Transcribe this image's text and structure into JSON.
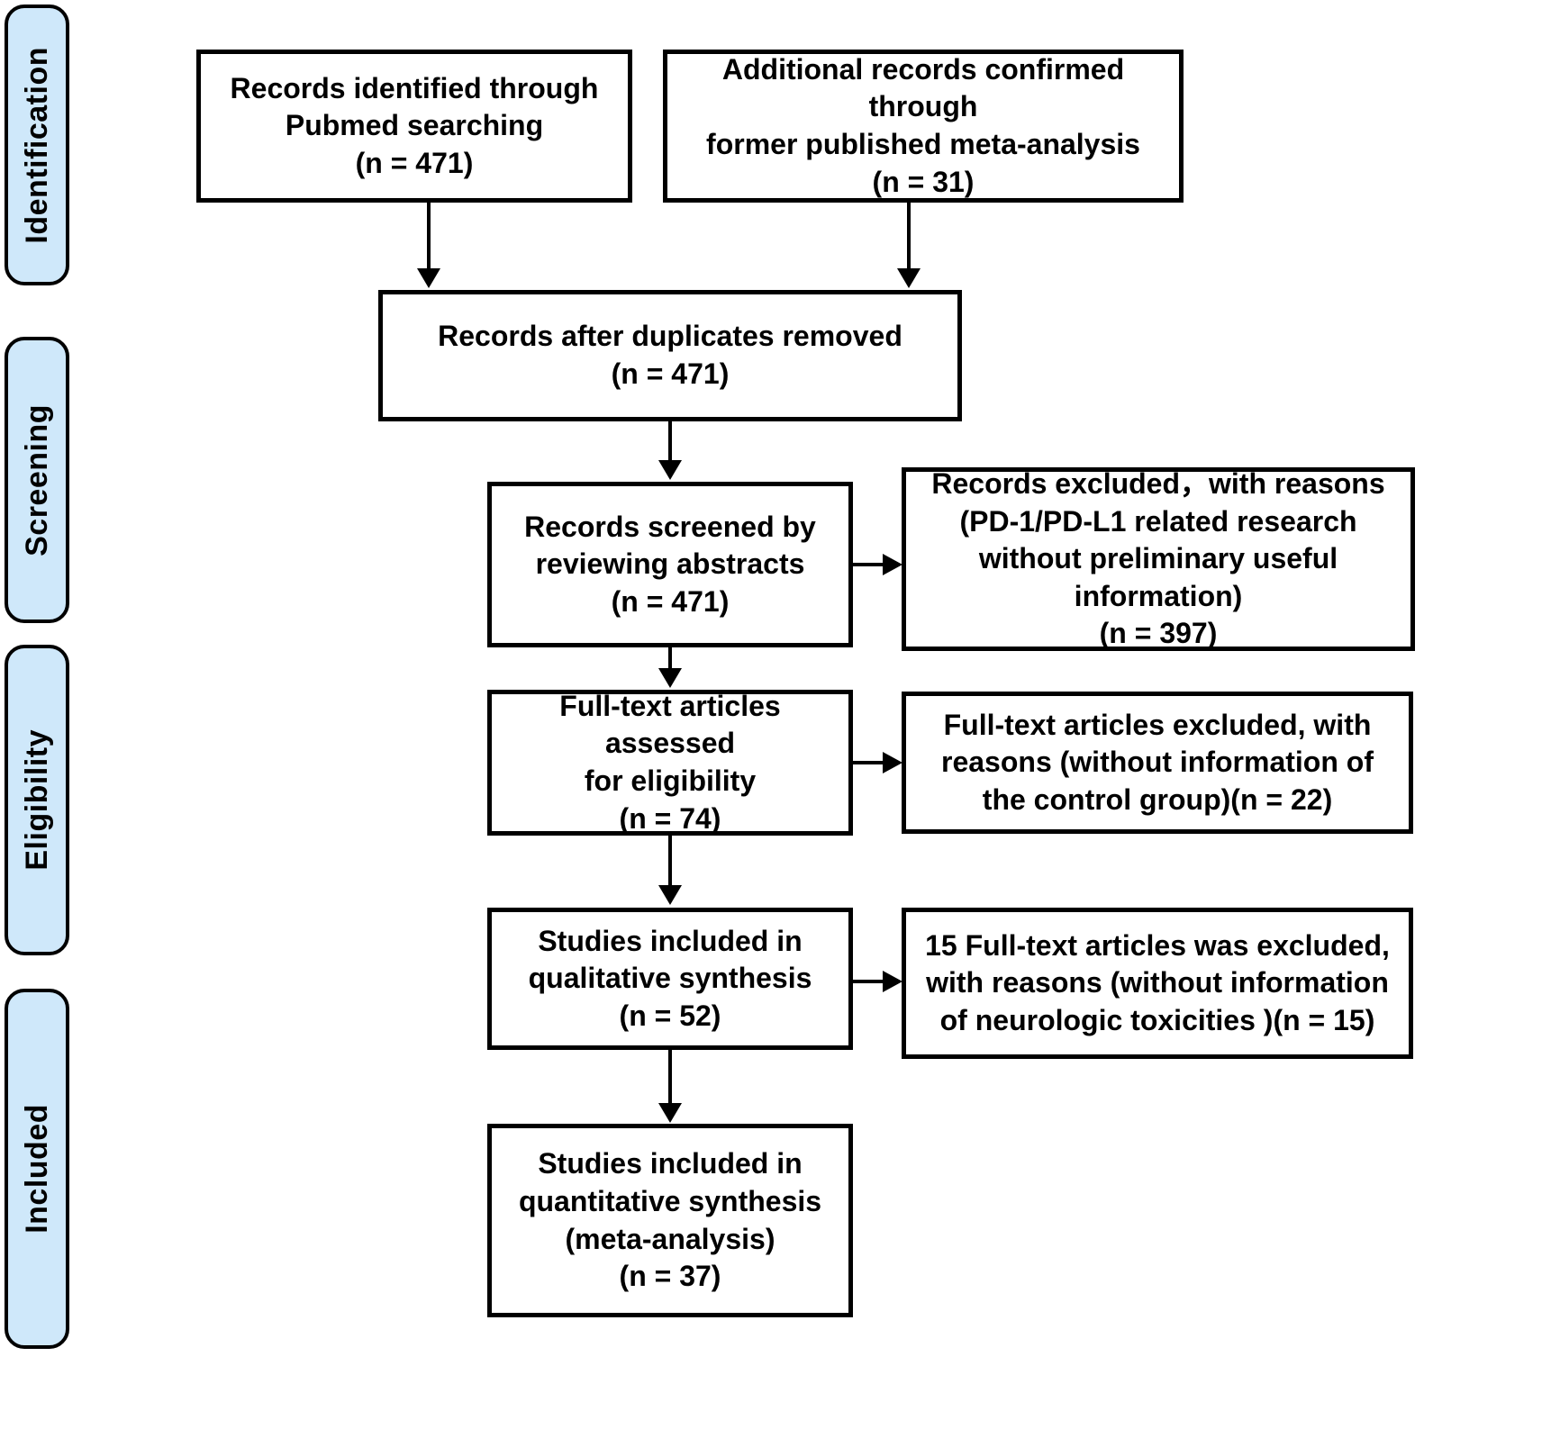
{
  "diagram": {
    "title": "PRISMA study selection flow diagram",
    "accent_color": "#cfe8fa",
    "line_color": "#000000",
    "box_fill": "#ffffff"
  },
  "stages": [
    {
      "id": "identification",
      "label": "Identification"
    },
    {
      "id": "screening",
      "label": "Screening"
    },
    {
      "id": "eligibility",
      "label": "Eligibility"
    },
    {
      "id": "included",
      "label": "Included"
    }
  ],
  "boxes": {
    "records_identified": {
      "label": "Records identified through\nPubmed searching\n(n = 471)",
      "count": 471
    },
    "additional_records": {
      "label": "Additional records confirmed  through\nformer published meta-analysis\n(n = 31)",
      "count": 31
    },
    "after_duplicates": {
      "label": "Records after duplicates removed\n(n = 471)",
      "count": 471
    },
    "records_screened": {
      "label": "Records screened by\nreviewing abstracts\n(n = 471)",
      "count": 471
    },
    "records_excluded": {
      "label": "Records excluded，with reasons (PD-1/PD-L1 related research without preliminary useful information)\n(n = 397)",
      "count": 397
    },
    "fulltext_assessed": {
      "label": "Full-text articles assessed\nfor eligibility\n(n = 74)",
      "count": 74
    },
    "fulltext_excluded": {
      "label": "Full-text articles excluded, with reasons (without  information of the control group)(n = 22)",
      "count": 22
    },
    "qualitative": {
      "label": "Studies included in\nqualitative synthesis\n(n = 52)",
      "count": 52
    },
    "qualitative_excluded": {
      "label": "15 Full-text articles was excluded, with reasons (without information of neurologic toxicities )(n = 15)",
      "count": 15
    },
    "quantitative": {
      "label": "Studies included in\nquantitative synthesis\n(meta-analysis)\n(n = 37)",
      "count": 37
    }
  },
  "connectors": [
    {
      "id": "identified-to-duplicates",
      "from": "records_identified",
      "to": "after_duplicates",
      "kind": "arrow-down"
    },
    {
      "id": "additional-to-duplicates",
      "from": "additional_records",
      "to": "after_duplicates",
      "kind": "arrow-down"
    },
    {
      "id": "duplicates-to-screened",
      "from": "after_duplicates",
      "to": "records_screened",
      "kind": "arrow-down"
    },
    {
      "id": "screened-to-excluded",
      "from": "records_screened",
      "to": "records_excluded",
      "kind": "arrow-right"
    },
    {
      "id": "screened-to-fulltext",
      "from": "records_screened",
      "to": "fulltext_assessed",
      "kind": "arrow-down"
    },
    {
      "id": "fulltext-to-excluded",
      "from": "fulltext_assessed",
      "to": "fulltext_excluded",
      "kind": "arrow-right"
    },
    {
      "id": "fulltext-to-qualitative",
      "from": "fulltext_assessed",
      "to": "qualitative",
      "kind": "arrow-down"
    },
    {
      "id": "qualitative-to-excluded",
      "from": "qualitative",
      "to": "qualitative_excluded",
      "kind": "arrow-right"
    },
    {
      "id": "qualitative-to-quantitative",
      "from": "qualitative",
      "to": "quantitative",
      "kind": "arrow-down"
    }
  ]
}
